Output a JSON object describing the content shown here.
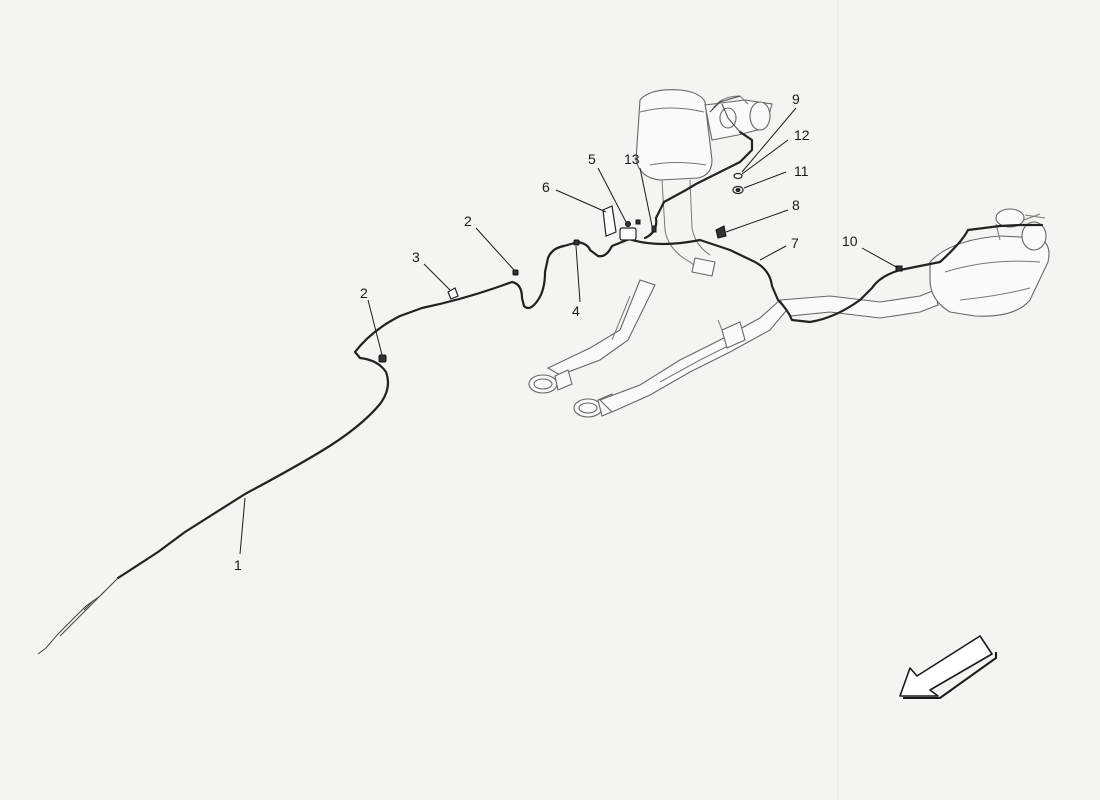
{
  "callouts": [
    {
      "id": "1",
      "label": "1"
    },
    {
      "id": "2a",
      "label": "2"
    },
    {
      "id": "2b",
      "label": "2"
    },
    {
      "id": "3",
      "label": "3"
    },
    {
      "id": "4",
      "label": "4"
    },
    {
      "id": "5",
      "label": "5"
    },
    {
      "id": "6",
      "label": "6"
    },
    {
      "id": "7",
      "label": "7"
    },
    {
      "id": "8",
      "label": "8"
    },
    {
      "id": "9",
      "label": "9"
    },
    {
      "id": "10",
      "label": "10"
    },
    {
      "id": "11",
      "label": "11"
    },
    {
      "id": "12",
      "label": "12"
    },
    {
      "id": "13",
      "label": "13"
    }
  ],
  "colors": {
    "background": "#f4f4f2",
    "line": "#222222",
    "exhaust": "#666666"
  },
  "icons": {
    "direction": "direction-arrow-icon"
  }
}
